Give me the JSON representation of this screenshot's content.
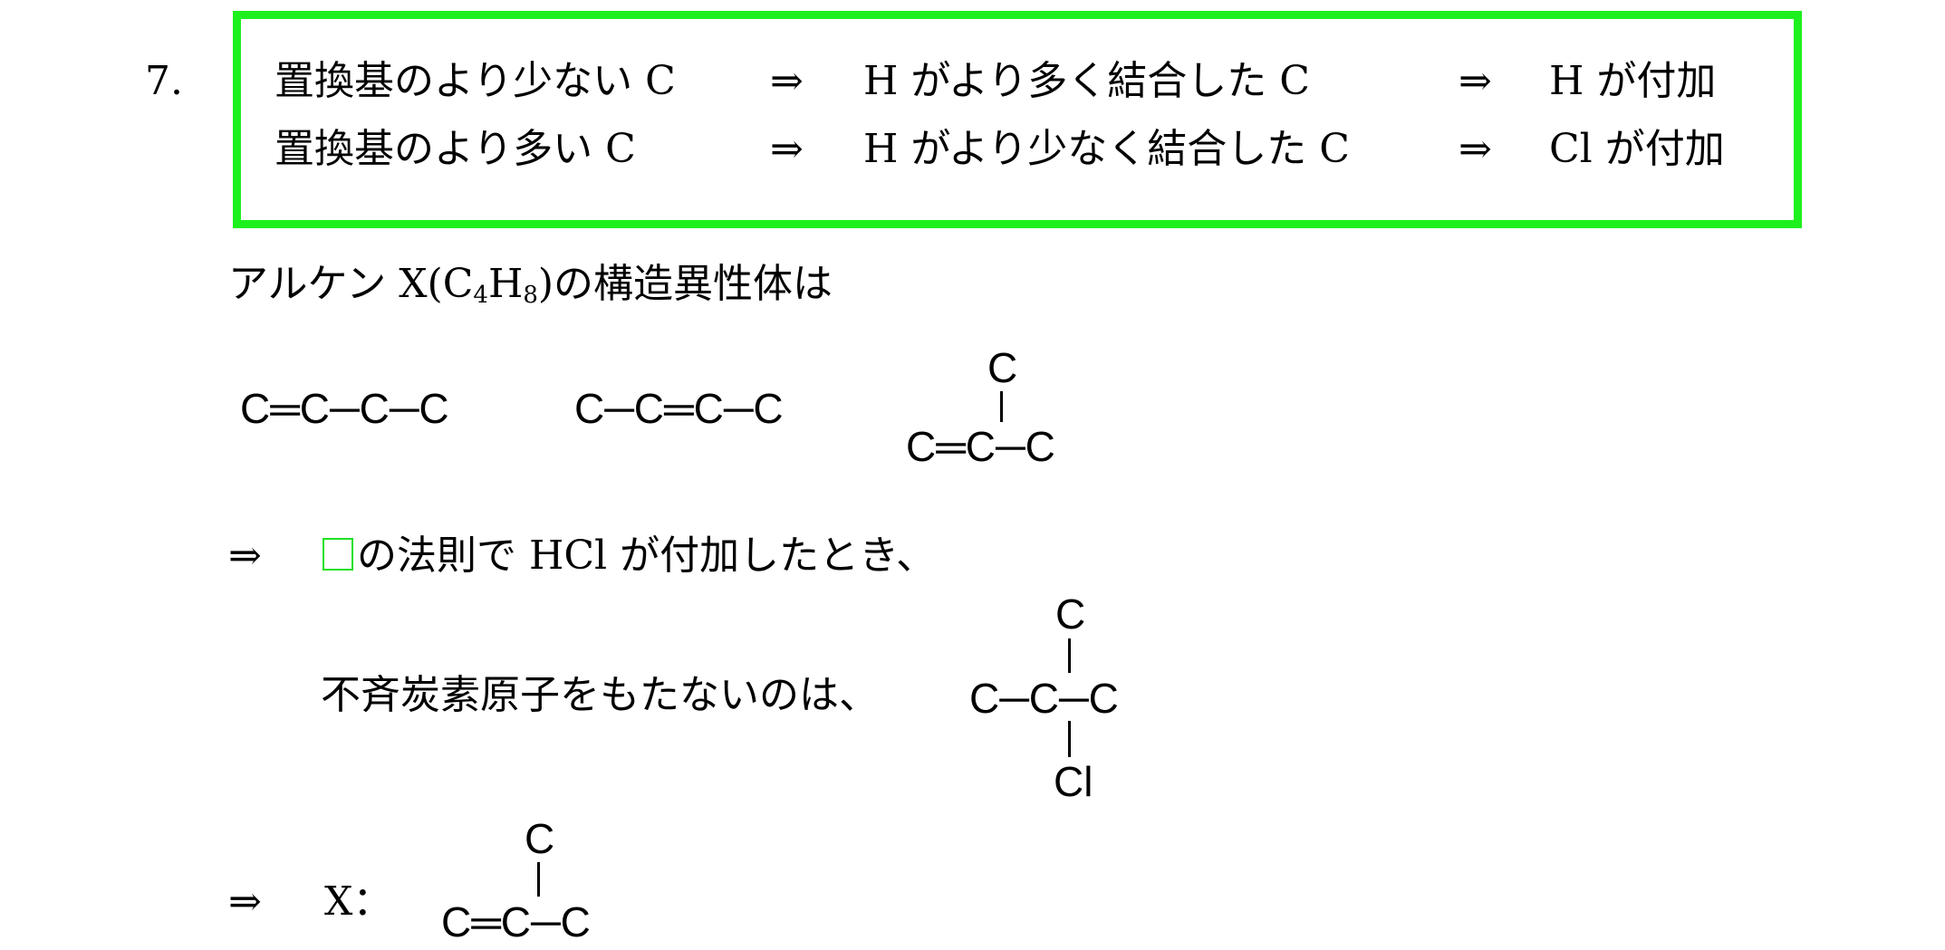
{
  "problem_number": "7.",
  "rule_box": {
    "rows": [
      {
        "a": "置換基のより少ない C",
        "arrow1": "⇒",
        "b": "H がより多く結合した C",
        "arrow2": "⇒",
        "c": "H が付加"
      },
      {
        "a": "置換基のより多い C",
        "arrow1": "⇒",
        "b": "H がより少なく結合した C",
        "arrow2": "⇒",
        "c": "Cl が付加"
      }
    ],
    "border_color": "#1ef01e"
  },
  "isomers_intro": {
    "pre": "アルケン X(C",
    "sub1": "4",
    "mid": "H",
    "sub2": "8",
    "post": ")の構造異性体は"
  },
  "isomers": {
    "isomer1": "C═C─C─C",
    "isomer2": "C─C═C─C",
    "isomer3": {
      "top": "C",
      "bottom": "C═C─C"
    }
  },
  "rule_line": {
    "arrow": "⇒",
    "text": "の法則で HCl が付加したとき、"
  },
  "achiral_line": {
    "text": "不斉炭素原子をもたないのは、",
    "structure": {
      "top": "C",
      "middle": "C─C─C",
      "bottom": "Cl"
    }
  },
  "answer_line": {
    "arrow": "⇒",
    "label": "X：",
    "structure": {
      "top": "C",
      "bottom": "C═C─C"
    }
  }
}
